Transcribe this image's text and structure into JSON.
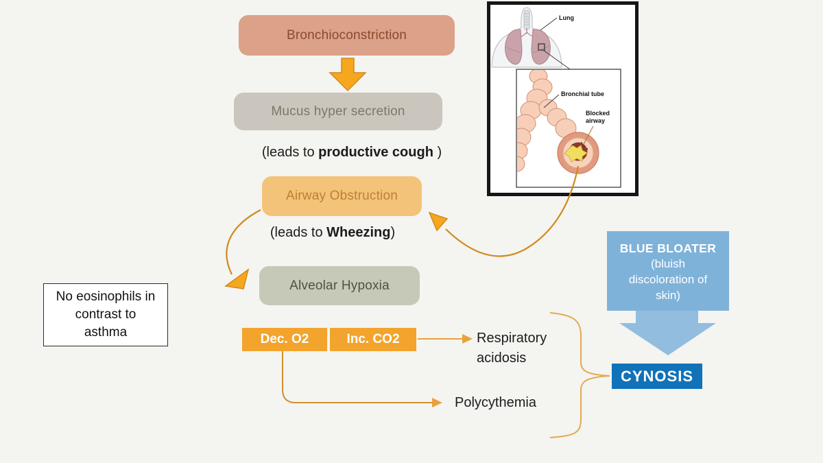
{
  "slide": {
    "bg": "#f4f4f1"
  },
  "flow": {
    "bronchioconstriction": {
      "label": "Bronchioconstriction",
      "bg": "#dba189",
      "fg": "#8a4a2e"
    },
    "mucus": {
      "label": "Mucus hyper secretion",
      "bg": "#cac6bd",
      "fg": "#7e7668"
    },
    "leads_productive": {
      "pre": "(leads to ",
      "bold": "productive cough",
      "post": " )"
    },
    "airway": {
      "label": "Airway Obstruction",
      "bg": "#f3c379",
      "fg": "#bd8034"
    },
    "leads_wheezing": {
      "pre": "(leads to ",
      "bold": "Wheezing",
      "post": ")"
    },
    "alveolar": {
      "label": "Alveolar Hypoxia",
      "bg": "#c6c9b7",
      "fg": "#4c5245"
    },
    "dec_o2": {
      "label": "Dec. O2",
      "bg": "#f2a42c",
      "fg": "#ffffff"
    },
    "inc_co2": {
      "label": "Inc. CO2",
      "bg": "#f2a42c",
      "fg": "#ffffff"
    },
    "respiratory_acidosis": {
      "line1": "Respiratory",
      "line2": "acidosis"
    },
    "polycythemia": {
      "label": "Polycythemia"
    }
  },
  "note": {
    "lines": [
      "No eosinophils in",
      "contrast to",
      "asthma"
    ]
  },
  "right_column": {
    "blue_bloater": {
      "title": "BLUE BLOATER",
      "subtitle_lines": [
        "(bluish",
        "discoloration of",
        "skin)"
      ],
      "bg": "#7fb2d9"
    },
    "cynosis": {
      "label": "CYNOSIS",
      "bg": "#1072b8"
    }
  },
  "figure": {
    "labels": {
      "lung": "Lung",
      "bronchial_tube": "Bronchial tube",
      "blocked_line1": "Blocked",
      "blocked_line2": "airway"
    }
  },
  "colors": {
    "arrow_orange_fill": "#f7a71d",
    "arrow_orange_outline": "#cf8a1d",
    "connector_gold": "#d0912d",
    "brace_gold": "#e3a94e",
    "big_arrow_blue": "#92bddf"
  }
}
